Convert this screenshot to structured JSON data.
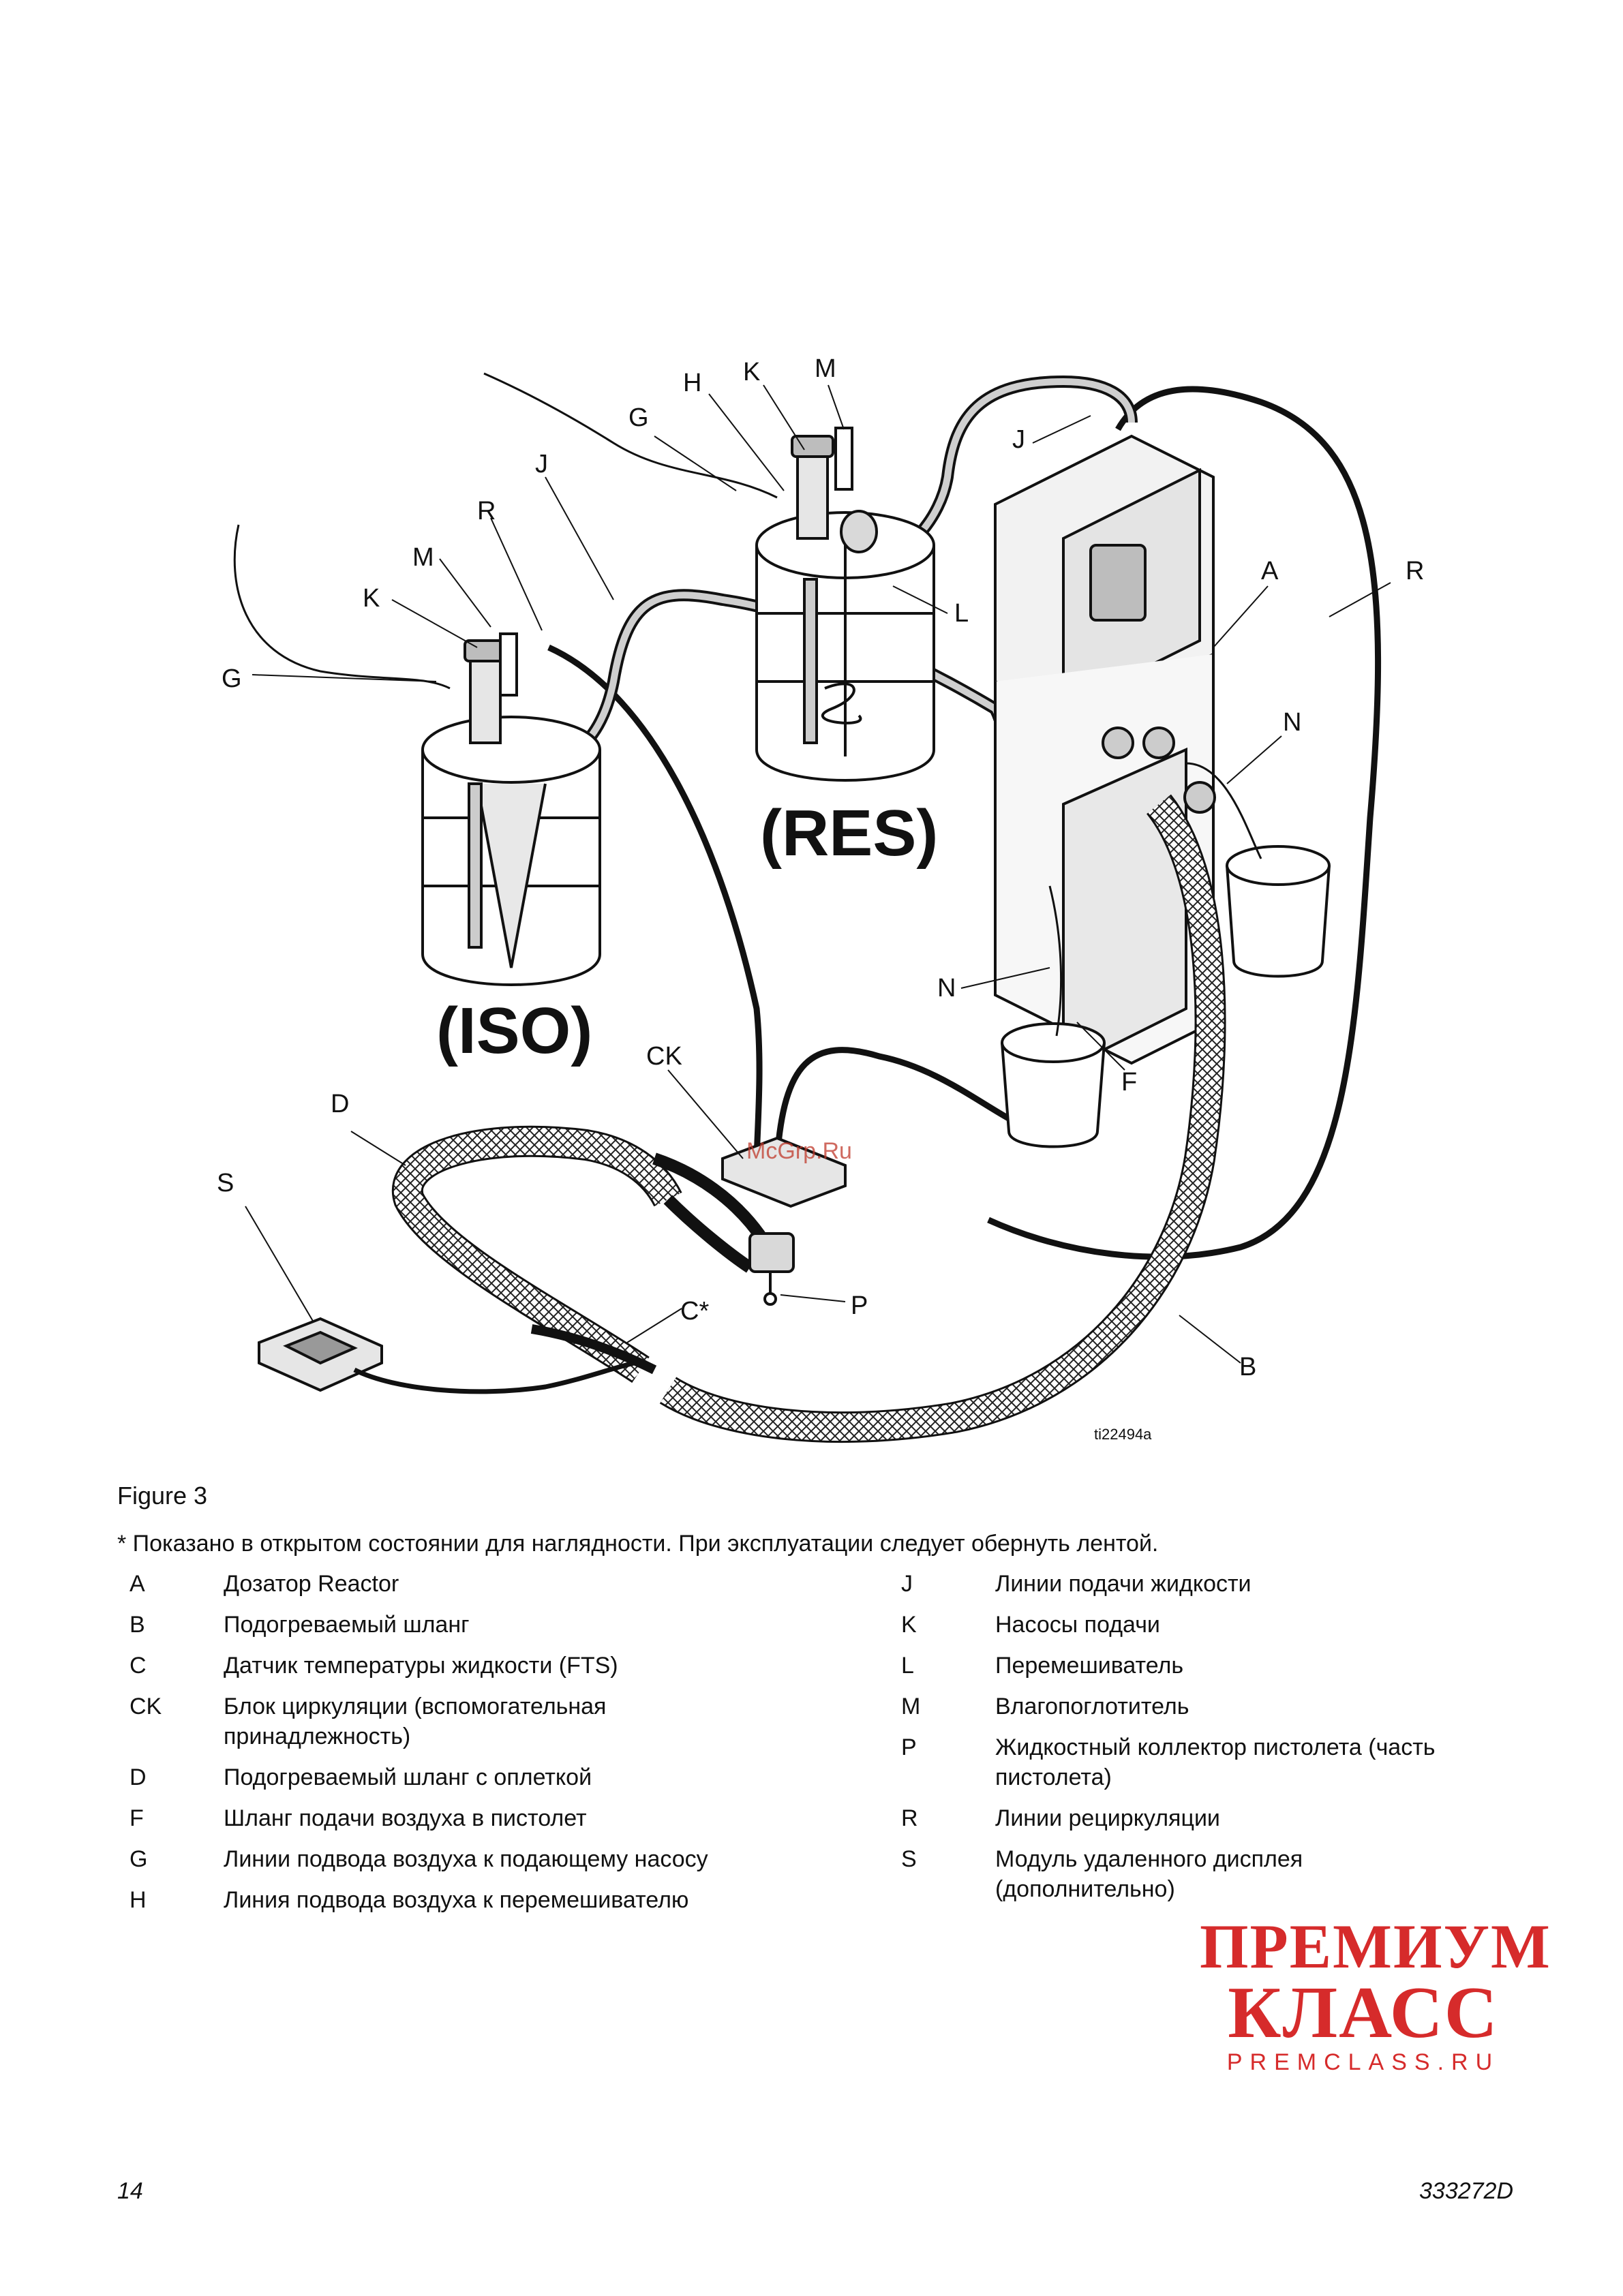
{
  "figure": {
    "callouts": {
      "G_left": "G",
      "K_left": "K",
      "M_left": "M",
      "R_left": "R",
      "J_left": "J",
      "G_right": "G",
      "H": "H",
      "K_right": "K",
      "M_right": "M",
      "J_right": "J",
      "L": "L",
      "A": "A",
      "R_right": "R",
      "N_top": "N",
      "N_bottom": "N",
      "F": "F",
      "CK": "CK",
      "D": "D",
      "S": "S",
      "C_star": "C*",
      "P": "P",
      "B": "B"
    },
    "tank_iso_label": "(ISO)",
    "tank_res_label": "(RES)",
    "illustration_id": "ti22494a",
    "watermark": "McGrp.Ru"
  },
  "caption": "Figure 3",
  "note": "* Показано в открытом состоянии для наглядности. При эксплуатации следует обернуть лентой.",
  "legend_left": [
    {
      "code": "A",
      "desc": "Дозатор Reactor"
    },
    {
      "code": "B",
      "desc": "Подогреваемый шланг"
    },
    {
      "code": "C",
      "desc": "Датчик температуры жидкости (FTS)"
    },
    {
      "code": "CK",
      "desc": "Блок циркуляции (вспомогательная принадлежность)"
    },
    {
      "code": "D",
      "desc": "Подогреваемый шланг с оплеткой"
    },
    {
      "code": "F",
      "desc": "Шланг подачи воздуха в пистолет"
    },
    {
      "code": "G",
      "desc": "Линии подвода воздуха к подающему насосу"
    },
    {
      "code": "H",
      "desc": "Линия подвода воздуха к перемешивателю"
    }
  ],
  "legend_right": [
    {
      "code": "J",
      "desc": "Линии подачи жидкости"
    },
    {
      "code": "K",
      "desc": "Насосы подачи"
    },
    {
      "code": "L",
      "desc": "Перемешиватель"
    },
    {
      "code": "M",
      "desc": "Влагопоглотитель"
    },
    {
      "code": "P",
      "desc": "Жидкостный коллектор пистолета (часть пистолета)"
    },
    {
      "code": "R",
      "desc": "Линии рециркуляции"
    },
    {
      "code": "S",
      "desc": "Модуль удаленного дисплея (дополнительно)"
    }
  ],
  "logo": {
    "line1": "ПРЕМИУМ",
    "line2": "КЛАСС",
    "line3": "PREMCLASS.RU",
    "color": "#d62b2b"
  },
  "footer": {
    "page_number": "14",
    "doc_number": "333272D"
  }
}
